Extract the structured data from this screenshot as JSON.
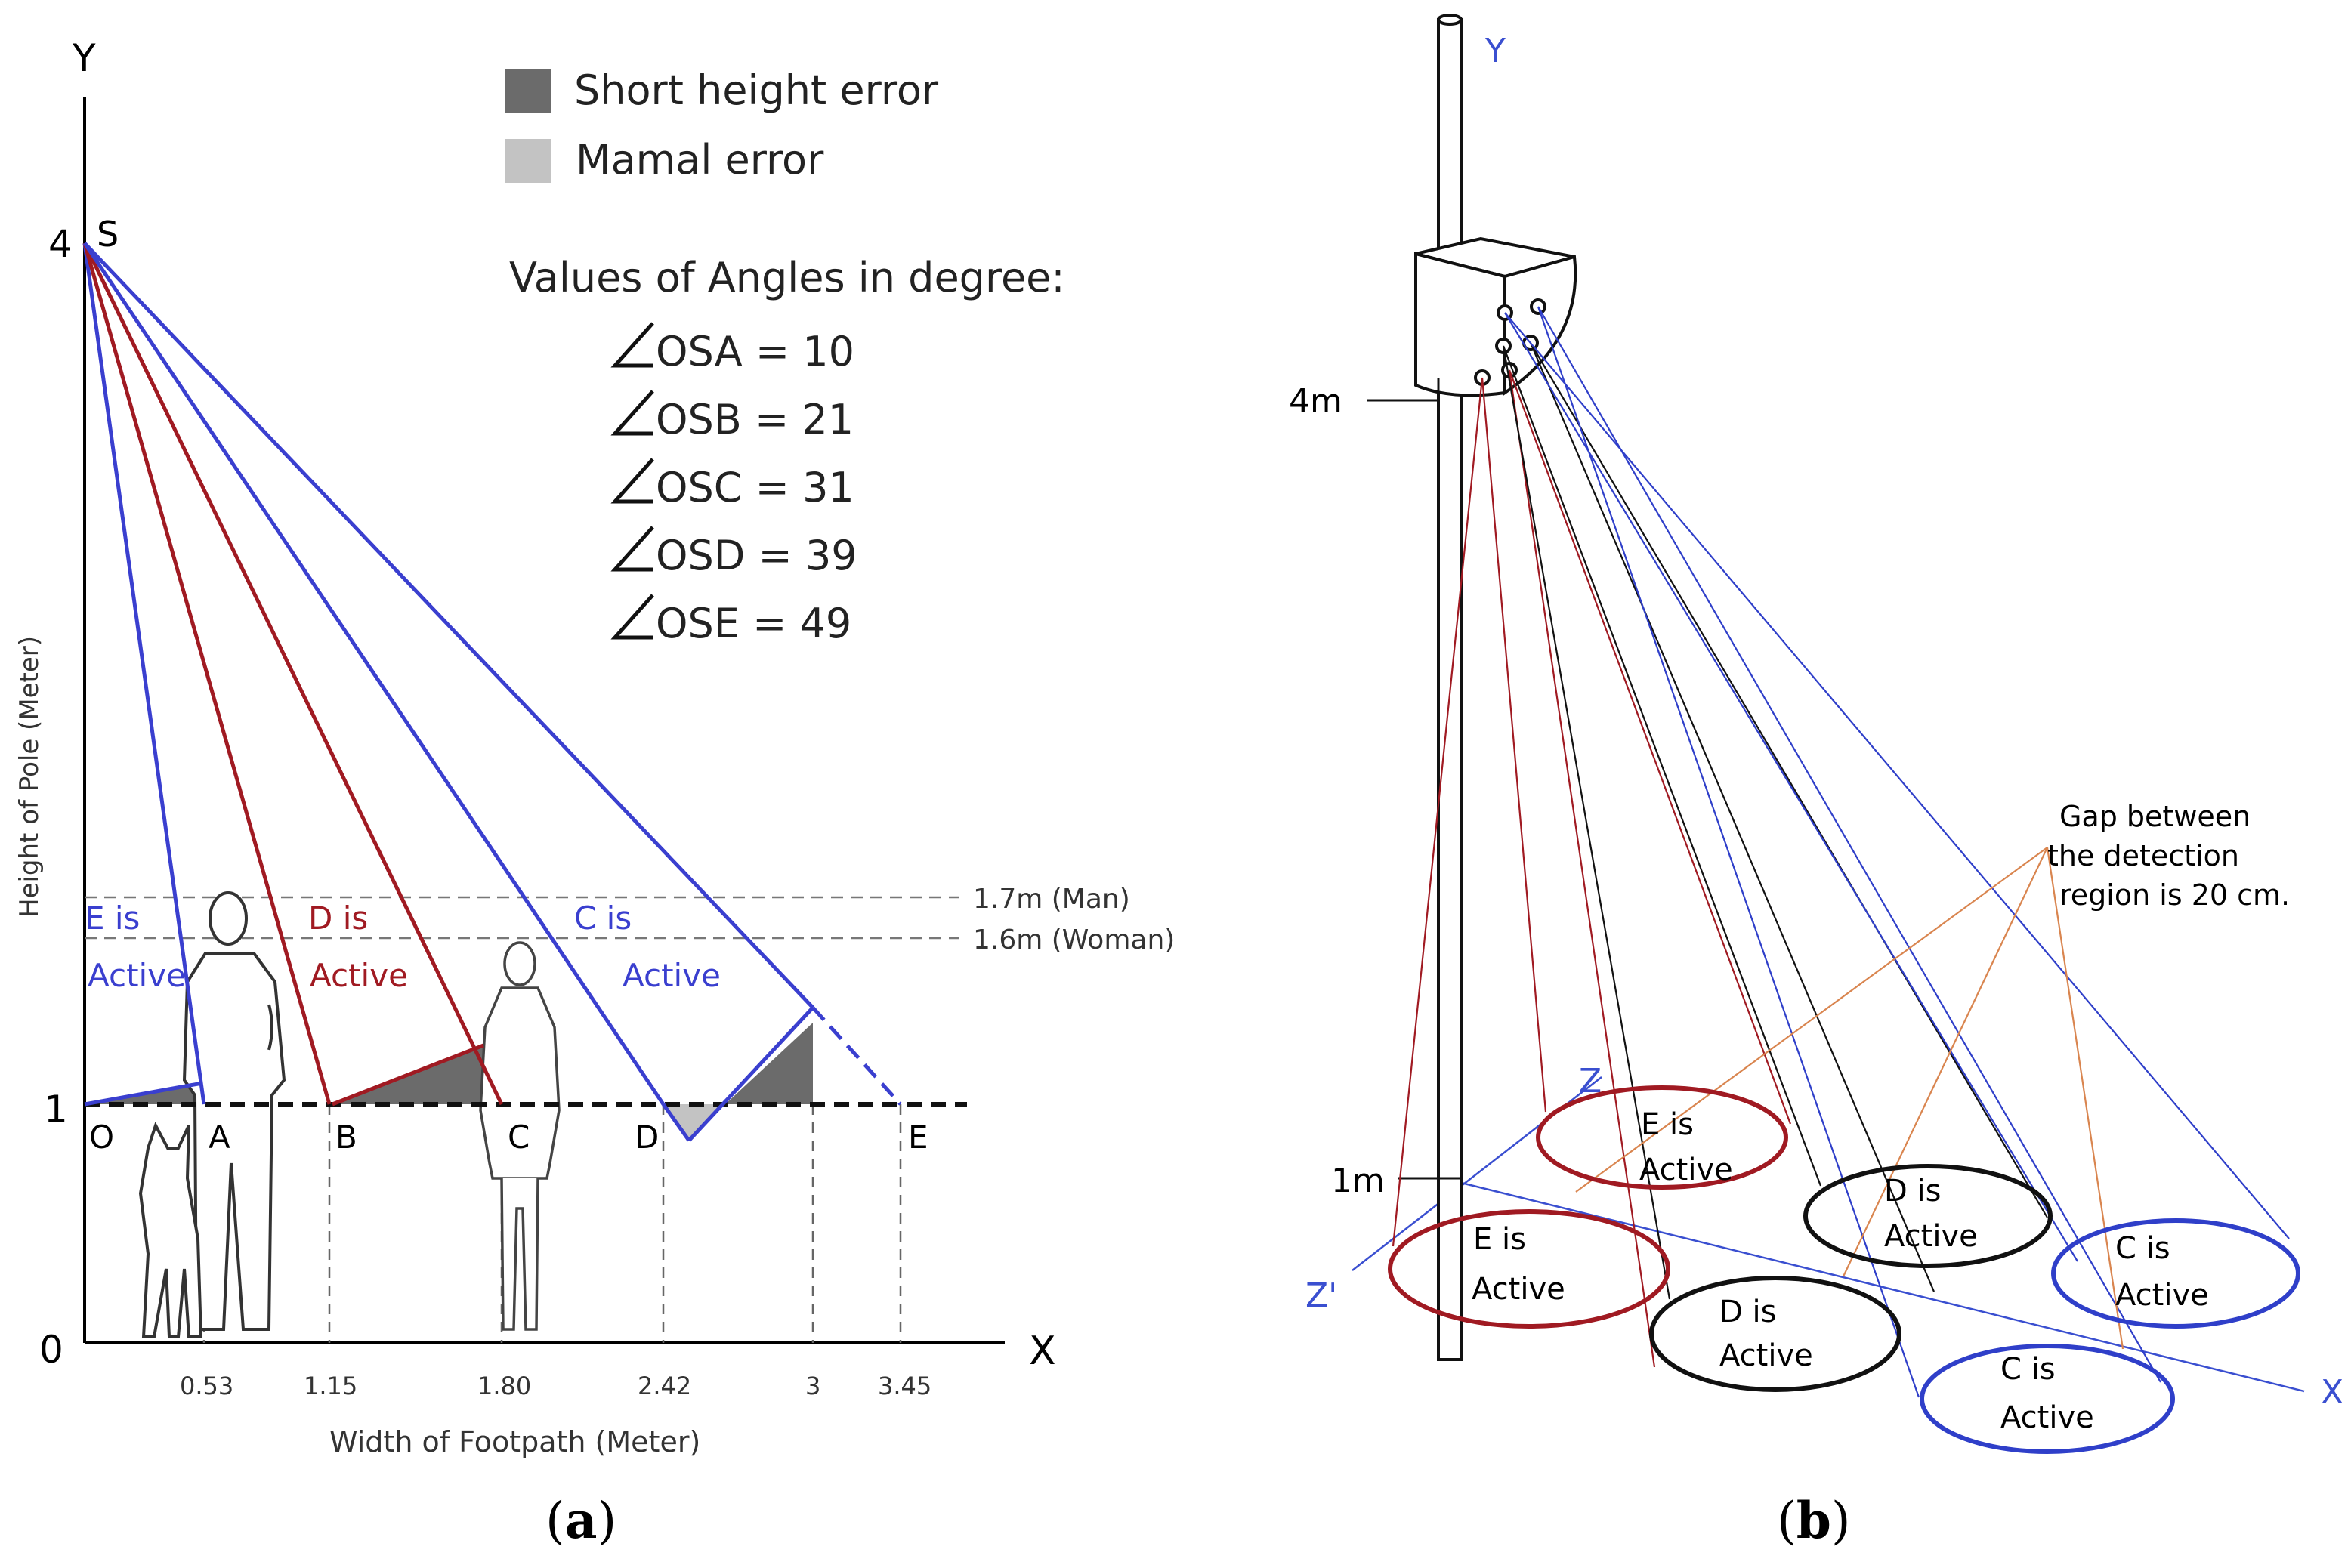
{
  "panel_a": {
    "axis_y": "Y",
    "axis_x": "X",
    "y_tick_4": "4",
    "y_tick_1": "1",
    "y_tick_0": "0",
    "point_s": "S",
    "y_label": "Height of Pole (Meter)",
    "x_label": "Width of Footpath (Meter)",
    "x_ticks": [
      "0.53",
      "1.15",
      "1.80",
      "2.42",
      "3",
      "3.45"
    ],
    "point_labels": [
      "O",
      "A",
      "B",
      "C",
      "D",
      "E"
    ],
    "legend": {
      "short_height": "Short height error",
      "mamal": "Mamal error",
      "dark_color": "#6b6b6b",
      "light_color": "#c3c3c3"
    },
    "angles_title": "Values of Angles in degree:",
    "angles": [
      "OSA = 10",
      "OSB = 21",
      "OSC = 31",
      "OSD = 39",
      "OSE = 49"
    ],
    "line_man": "1.7m (Man)",
    "line_woman": "1.6m (Woman)",
    "active": {
      "e_line1": "E is",
      "e_line2": "Active",
      "d_line1": "D is",
      "d_line2": "Active",
      "c_line1": "C is",
      "c_line2": "Active"
    },
    "caption_letter": "a"
  },
  "panel_b": {
    "axis_y": "Y",
    "axis_x": "X",
    "axis_z": "Z",
    "axis_z_prime": "Z'",
    "label_4m": "4m",
    "label_1m": "1m",
    "gap_note": [
      "Gap between",
      "the detection",
      "region is 20 cm."
    ],
    "regions": [
      {
        "l1": "E  is",
        "l2": "Active",
        "color": "#a01a22"
      },
      {
        "l1": "E  is",
        "l2": "Active",
        "color": "#a01a22"
      },
      {
        "l1": "D  is",
        "l2": "Active",
        "color": "#111111"
      },
      {
        "l1": "D  is",
        "l2": "Active",
        "color": "#111111"
      },
      {
        "l1": "C  is",
        "l2": "Active",
        "color": "#2f3fc9"
      },
      {
        "l1": "C  is",
        "l2": "Active",
        "color": "#2f3fc9"
      }
    ],
    "caption_letter": "b"
  },
  "colors": {
    "blue": "#3a3fcf",
    "red": "#a01a22",
    "axis_blue": "#3a4fd0",
    "orange": "#d9854f"
  }
}
